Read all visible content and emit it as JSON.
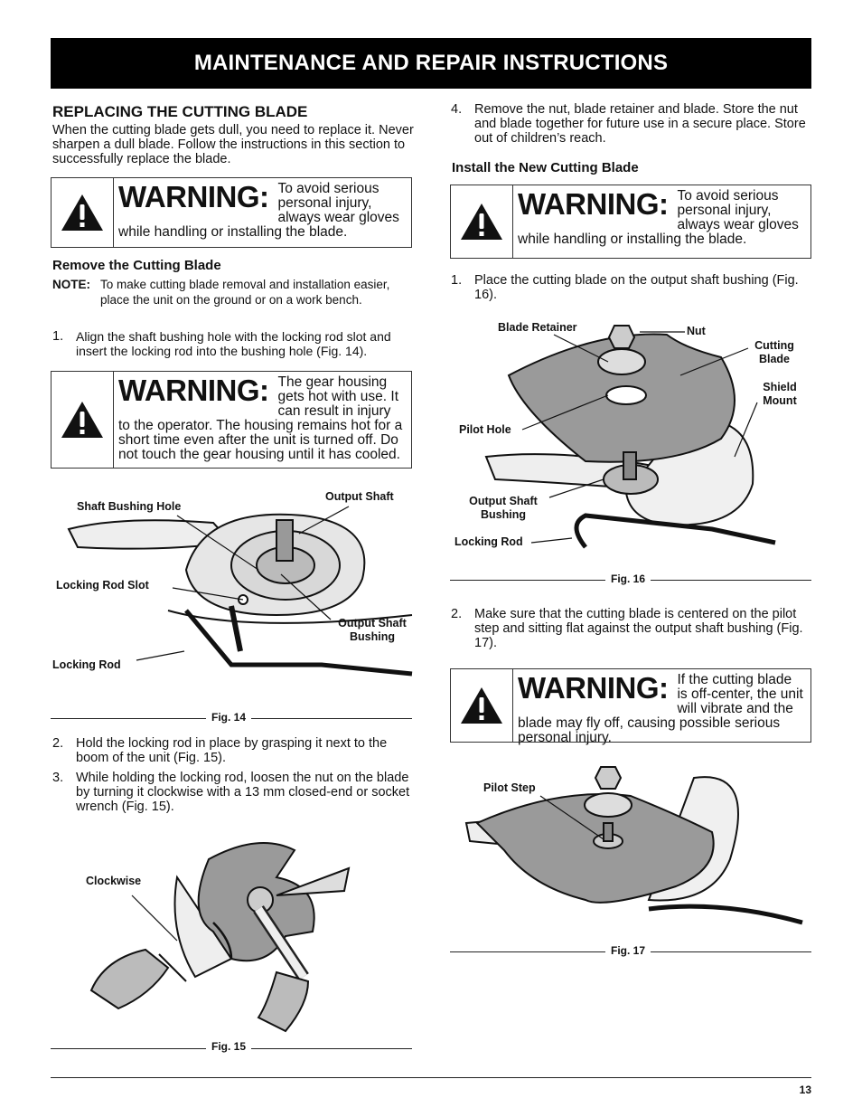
{
  "banner_title": "MAINTENANCE AND REPAIR INSTRUCTIONS",
  "left": {
    "section_title": "REPLACING THE CUTTING BLADE",
    "intro": "When the cutting blade gets dull, you need to replace it. Never sharpen a dull blade. Follow the instructions in this section to successfully replace the blade.",
    "warning1": {
      "word": "WARNING:",
      "text": "To avoid serious personal injury, always wear gloves while handling or installing the blade."
    },
    "remove_title": "Remove the Cutting Blade",
    "note_label": "NOTE:",
    "note_text": "To make cutting blade removal and installation easier, place the unit on the ground or on a work bench.",
    "step1_num": "1.",
    "step1": "Align the shaft bushing hole with the locking rod slot and insert the locking rod into the bushing hole (Fig. 14).",
    "warning2": {
      "word": "WARNING:",
      "text": "The gear housing gets hot with use. It can result in injury to the operator. The housing remains hot for a short time even after the unit is turned off. Do not touch the gear housing until it has cooled."
    },
    "fig14": {
      "labels": {
        "shaft_bushing_hole": "Shaft Bushing Hole",
        "output_shaft": "Output Shaft",
        "locking_rod_slot": "Locking Rod Slot",
        "output_shaft_bushing": "Output Shaft Bushing",
        "locking_rod": "Locking Rod"
      },
      "caption": "Fig. 14"
    },
    "step2_num": "2.",
    "step2": "Hold the locking rod in place by grasping it next to the boom of the unit (Fig. 15).",
    "step3_num": "3.",
    "step3": "While holding the locking rod, loosen the nut on the blade by turning it clockwise with a 13 mm closed-end or socket wrench (Fig. 15).",
    "fig15": {
      "labels": {
        "clockwise": "Clockwise"
      },
      "caption": "Fig. 15"
    }
  },
  "right": {
    "step4_num": "4.",
    "step4": "Remove the nut, blade retainer and blade. Store the nut and blade together for future use in a secure place. Store out of children’s reach.",
    "install_title": "Install the New Cutting Blade",
    "warning3": {
      "word": "WARNING:",
      "text": "To avoid serious personal injury, always wear gloves while handling or installing the blade."
    },
    "inst1_num": "1.",
    "inst1": "Place the cutting blade on the output shaft bushing (Fig. 16).",
    "fig16": {
      "labels": {
        "blade_retainer": "Blade Retainer",
        "nut": "Nut",
        "cutting_blade": "Cutting Blade",
        "shield_mount": "Shield Mount",
        "pilot_hole": "Pilot Hole",
        "output_shaft_bushing": "Output Shaft Bushing",
        "locking_rod": "Locking Rod"
      },
      "caption": "Fig. 16"
    },
    "inst2_num": "2.",
    "inst2": "Make sure that the cutting blade is centered on the pilot step and sitting flat against the output shaft bushing (Fig. 17).",
    "warning4": {
      "word": "WARNING:",
      "text": "If the cutting blade is off-center, the unit will vibrate and the blade may fly off, causing possible serious personal injury."
    },
    "fig17": {
      "labels": {
        "pilot_step": "Pilot Step"
      },
      "caption": "Fig. 17"
    }
  },
  "page_number": "13"
}
